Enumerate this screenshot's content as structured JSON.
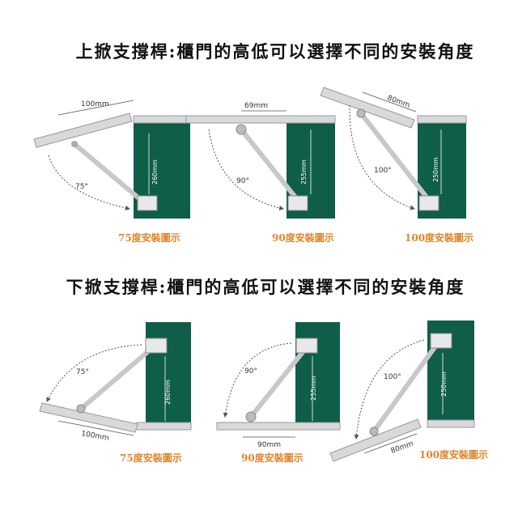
{
  "headings": {
    "upper": "上掀支撐桿:櫃門的高低可以選擇不同的安裝角度",
    "lower": "下掀支撐桿:櫃門的高低可以選擇不同的安裝角度"
  },
  "colors": {
    "cabinet": "#0f5e4a",
    "panel": "#d9d9d9",
    "caption": "#e0852a"
  },
  "upper_row": [
    {
      "caption": "75度安裝圖示",
      "width_dim": "100mm",
      "height_dim": "260mm",
      "angle": "75°"
    },
    {
      "caption": "90度安裝圖示",
      "width_dim": "69mm",
      "height_dim": "255mm",
      "angle": "90°"
    },
    {
      "caption": "100度安裝圖示",
      "width_dim": "80mm",
      "height_dim": "250mm",
      "angle": "100°"
    }
  ],
  "lower_row": [
    {
      "caption": "75度安裝圖示",
      "width_dim": "100mm",
      "height_dim": "260mm",
      "angle": "75°"
    },
    {
      "caption": "90度安裝圖示",
      "width_dim": "90mm",
      "height_dim": "255mm",
      "angle": "90°"
    },
    {
      "caption": "100度安裝圖示",
      "width_dim": "80mm",
      "height_dim": "250mm",
      "angle": "100°"
    }
  ]
}
